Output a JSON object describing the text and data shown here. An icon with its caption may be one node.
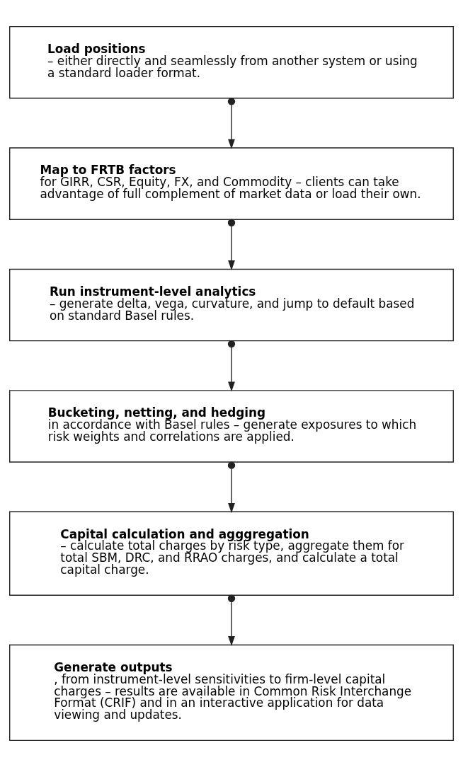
{
  "diagram": {
    "nodes": [
      {
        "text": [
          "Load positions",
          "– either directly and seamlessly from another system or using a standard loader format."
        ]
      },
      {
        "text": [
          "Map to FRTB factors",
          "for GIRR, CSR, Equity, FX, and Commodity – clients can take advantage of full complement of market data or load their own."
        ]
      },
      {
        "text": [
          "Run instrument-level analytics",
          "– generate delta, vega, curvature, and jump to default based on standard Basel rules."
        ]
      },
      {
        "text": [
          "Bucketing, netting, and hedging",
          "in accordance with Basel rules – generate exposures to which risk weights and correlations are applied."
        ]
      },
      {
        "text": [
          "Capital calculation and agggregation",
          "– calculate total charges by risk type, aggregate them for total SBM, DRC, and RRAO charges, and calculate a total capital charge."
        ]
      },
      {
        "text": [
          "Generate outputs",
          ", from instrument-level sensitivities to firm-level capital charges – results are available in Common Risk Interchange Format (CRIF) and in an interactive application for data viewing and updates."
        ]
      }
    ],
    "edges": [
      {
        "from": 0,
        "to": 1,
        "arrow": "to"
      },
      {
        "from": 1,
        "to": 2,
        "arrow": "to"
      },
      {
        "from": 2,
        "to": 3,
        "arrow": "to"
      },
      {
        "from": 3,
        "to": 4,
        "arrow": "to"
      },
      {
        "from": 4,
        "to": 5,
        "arrow": "to"
      }
    ]
  }
}
